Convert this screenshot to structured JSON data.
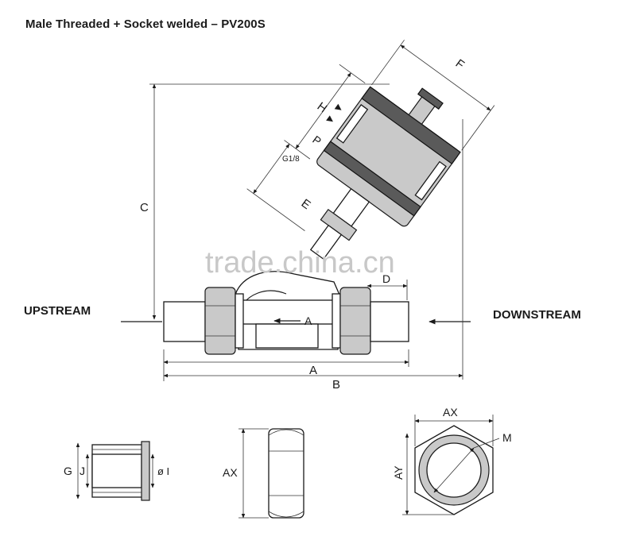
{
  "title": "Male Threaded  + Socket welded – PV200S",
  "labels": {
    "upstream": "UPSTREAM",
    "downstream": "DOWNSTREAM",
    "flow_arrow": "A",
    "dim_a": "A",
    "dim_b": "B",
    "dim_c": "C",
    "dim_d": "D",
    "dim_e": "E",
    "dim_f": "F",
    "dim_h": "H",
    "dim_p": "P",
    "port": "G1/8",
    "dim_g": "G",
    "dim_j": "J",
    "dim_i": "ø I",
    "dim_ax_nut": "AX",
    "dim_ax_hex": "AX",
    "dim_ay": "AY",
    "dim_m": "M"
  },
  "watermark": "trade.china.cn"
}
